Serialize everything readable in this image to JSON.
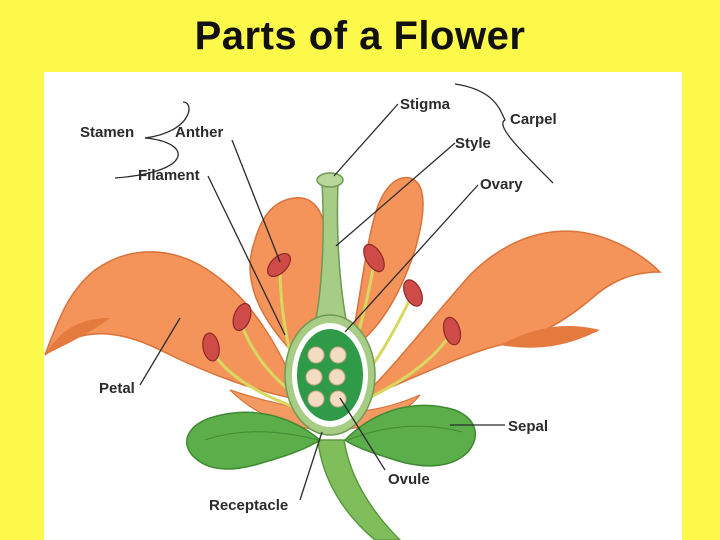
{
  "title": "Parts of a Flower",
  "labels": {
    "stamen": "Stamen",
    "anther": "Anther",
    "filament": "Filament",
    "stigma": "Stigma",
    "style": "Style",
    "carpel": "Carpel",
    "ovary": "Ovary",
    "petal": "Petal",
    "sepal": "Sepal",
    "ovule": "Ovule",
    "receptacle": "Receptacle"
  },
  "colors": {
    "background": "#fdf94a",
    "petal": "#f4935a",
    "petal_dark": "#e57a3e",
    "sepal": "#5cae4a",
    "carpel": "#a6cc86",
    "ovary_inner": "#2f9a48",
    "ovule": "#f3dcc2",
    "anther": "#cf4b48",
    "filament": "#d8d860"
  }
}
